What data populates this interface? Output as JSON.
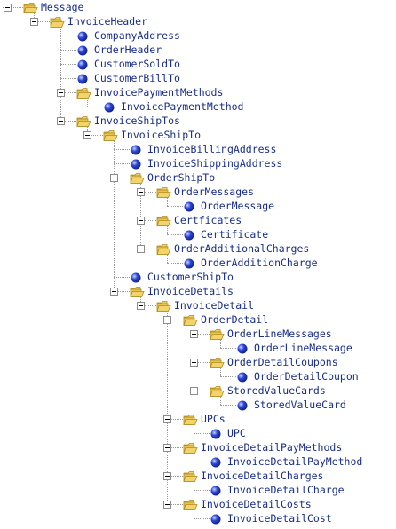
{
  "tree": {
    "nodes": [
      {
        "label": "Message",
        "type": "folder",
        "depth": 0,
        "expanded": true
      },
      {
        "label": "InvoiceHeader",
        "type": "folder",
        "depth": 1,
        "expanded": true
      },
      {
        "label": "CompanyAddress",
        "type": "leaf",
        "depth": 2
      },
      {
        "label": "OrderHeader",
        "type": "leaf",
        "depth": 2
      },
      {
        "label": "CustomerSoldTo",
        "type": "leaf",
        "depth": 2
      },
      {
        "label": "CustomerBillTo",
        "type": "leaf",
        "depth": 2
      },
      {
        "label": "InvoicePaymentMethods",
        "type": "folder",
        "depth": 2,
        "expanded": true
      },
      {
        "label": "InvoicePaymentMethod",
        "type": "leaf",
        "depth": 3
      },
      {
        "label": "InvoiceShipTos",
        "type": "folder",
        "depth": 2,
        "expanded": true
      },
      {
        "label": "InvoiceShipTo",
        "type": "folder",
        "depth": 3,
        "expanded": true
      },
      {
        "label": "InvoiceBillingAddress",
        "type": "leaf",
        "depth": 4
      },
      {
        "label": "InvoiceShippingAddress",
        "type": "leaf",
        "depth": 4
      },
      {
        "label": "OrderShipTo",
        "type": "folder",
        "depth": 4,
        "expanded": true
      },
      {
        "label": "OrderMessages",
        "type": "folder",
        "depth": 5,
        "expanded": true
      },
      {
        "label": "OrderMessage",
        "type": "leaf",
        "depth": 6
      },
      {
        "label": "Certficates",
        "type": "folder",
        "depth": 5,
        "expanded": true
      },
      {
        "label": "Certificate",
        "type": "leaf",
        "depth": 6
      },
      {
        "label": "OrderAdditionalCharges",
        "type": "folder",
        "depth": 5,
        "expanded": true
      },
      {
        "label": "OrderAdditionCharge",
        "type": "leaf",
        "depth": 6
      },
      {
        "label": "CustomerShipTo",
        "type": "leaf",
        "depth": 4
      },
      {
        "label": "InvoiceDetails",
        "type": "folder",
        "depth": 4,
        "expanded": true
      },
      {
        "label": "InvoiceDetail",
        "type": "folder",
        "depth": 5,
        "expanded": true
      },
      {
        "label": "OrderDetail",
        "type": "folder",
        "depth": 6,
        "expanded": true
      },
      {
        "label": "OrderLineMessages",
        "type": "folder",
        "depth": 7,
        "expanded": true
      },
      {
        "label": "OrderLineMessage",
        "type": "leaf",
        "depth": 8
      },
      {
        "label": "OrderDetailCoupons",
        "type": "folder",
        "depth": 7,
        "expanded": true
      },
      {
        "label": "OrderDetailCoupon",
        "type": "leaf",
        "depth": 8
      },
      {
        "label": "StoredValueCards",
        "type": "folder",
        "depth": 7,
        "expanded": true
      },
      {
        "label": "StoredValueCard",
        "type": "leaf",
        "depth": 8
      },
      {
        "label": "UPCs",
        "type": "folder",
        "depth": 6,
        "expanded": true
      },
      {
        "label": "UPC",
        "type": "leaf",
        "depth": 7
      },
      {
        "label": "InvoiceDetailPayMethods",
        "type": "folder",
        "depth": 6,
        "expanded": true
      },
      {
        "label": "InvoiceDetailPayMethod",
        "type": "leaf",
        "depth": 7
      },
      {
        "label": "InvoiceDetailCharges",
        "type": "folder",
        "depth": 6,
        "expanded": true
      },
      {
        "label": "InvoiceDetailCharge",
        "type": "leaf",
        "depth": 7
      },
      {
        "label": "InvoiceDetailCosts",
        "type": "folder",
        "depth": 6,
        "expanded": true
      },
      {
        "label": "InvoiceDetailCost",
        "type": "leaf",
        "depth": 7
      }
    ]
  },
  "colors": {
    "label_text": "#1a2d8a",
    "connector": "#9a9a9a",
    "folder_fill": "#f3d36b",
    "folder_edge": "#b08a1e",
    "leaf_fill": "#2b45d6",
    "leaf_highlight": "#c9d4ff"
  },
  "icons": {
    "folder": "folder-open-icon",
    "leaf": "element-ball-icon",
    "toggle": "collapse-minus-icon"
  }
}
